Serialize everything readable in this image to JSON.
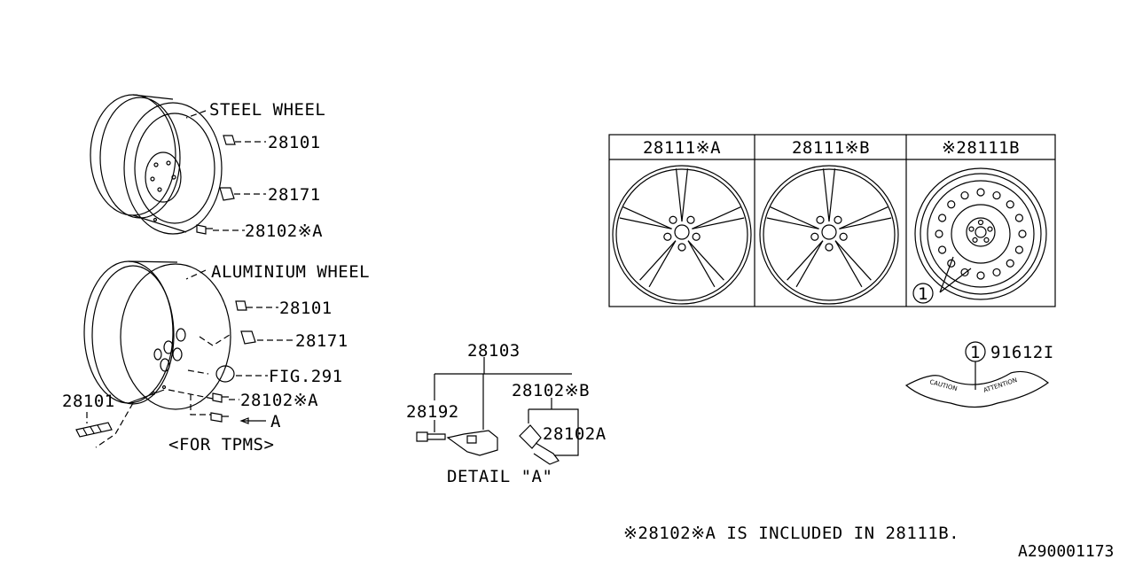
{
  "steel_wheel": {
    "title": "STEEL WHEEL",
    "parts": [
      "28101",
      "28171",
      "28102※A"
    ]
  },
  "aluminium_wheel": {
    "title": "ALUMINIUM WHEEL",
    "parts": [
      "28101",
      "28171",
      "FIG.291",
      "28102※A"
    ],
    "arrow_label": "A",
    "tpms_note": "<FOR TPMS>",
    "weight_part": "28101"
  },
  "detail_a": {
    "title": "DETAIL \"A\"",
    "assembly": "28103",
    "parts": [
      "28102※B",
      "28192",
      "28102A"
    ]
  },
  "wheel_table": {
    "headers": [
      "28111※A",
      "28111※B",
      "※28111B"
    ],
    "callout": "1"
  },
  "label": {
    "callout": "1",
    "part": "91612I",
    "caution_text": "CAUTION",
    "attention_text": "ATTENTION"
  },
  "footnote": "※28102※A IS INCLUDED IN 28111B.",
  "diagram_code": "A290001173"
}
